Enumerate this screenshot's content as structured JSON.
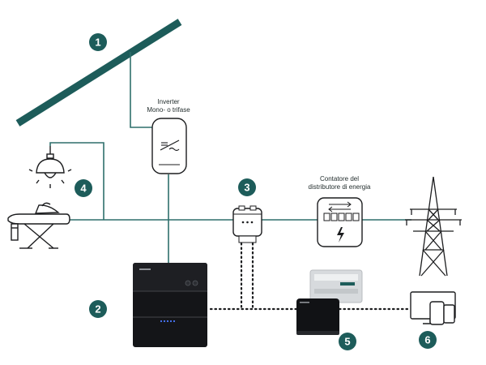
{
  "colors": {
    "teal": "#1d5c5a",
    "line": "#2e6f6c",
    "dark": "#1c1d1f",
    "device_dark": "#121316",
    "grey": "#c9cccf",
    "blue_led": "#4a78ff"
  },
  "labels": {
    "inverter_line1": "Inverter",
    "inverter_line2": "Mono- o trifase",
    "meter_line1": "Contatore del",
    "meter_line2": "distributore di energia"
  },
  "badges": {
    "b1": "1",
    "b2": "2",
    "b3": "3",
    "b4": "4",
    "b5": "5",
    "b6": "6"
  },
  "icons": {
    "solar": "solar-panel-icon",
    "inverter": "inverter-icon",
    "lamp": "ceiling-lamp-icon",
    "iron": "ironing-board-icon",
    "battery": "battery-storage-icon",
    "sensor": "energy-sensor-icon",
    "meter": "grid-meter-icon",
    "pylon": "power-pylon-icon",
    "gateway": "gateway-icon",
    "devices": "monitor-devices-icon"
  }
}
